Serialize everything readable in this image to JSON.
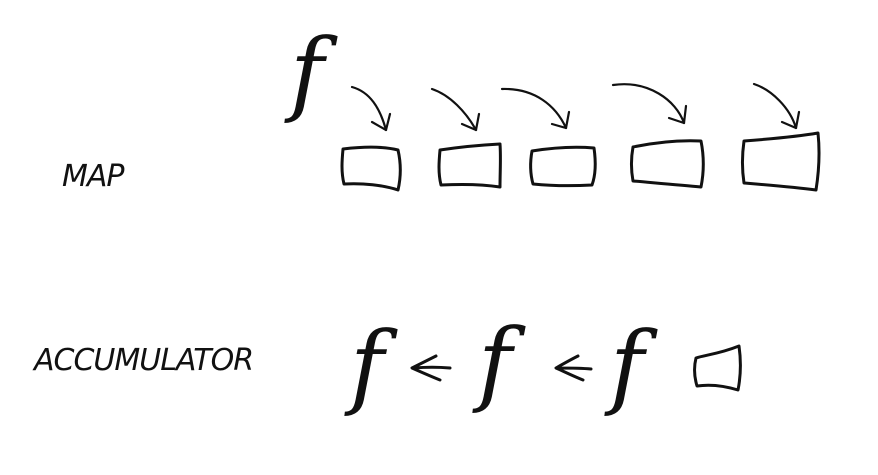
{
  "map": {
    "label": "MAP",
    "function_symbol": "f",
    "box_count": 5
  },
  "accumulator": {
    "label": "ACCUMULATOR",
    "function_symbols": [
      "f",
      "f",
      "f"
    ],
    "arrow_symbols": [
      "←",
      "←"
    ]
  }
}
